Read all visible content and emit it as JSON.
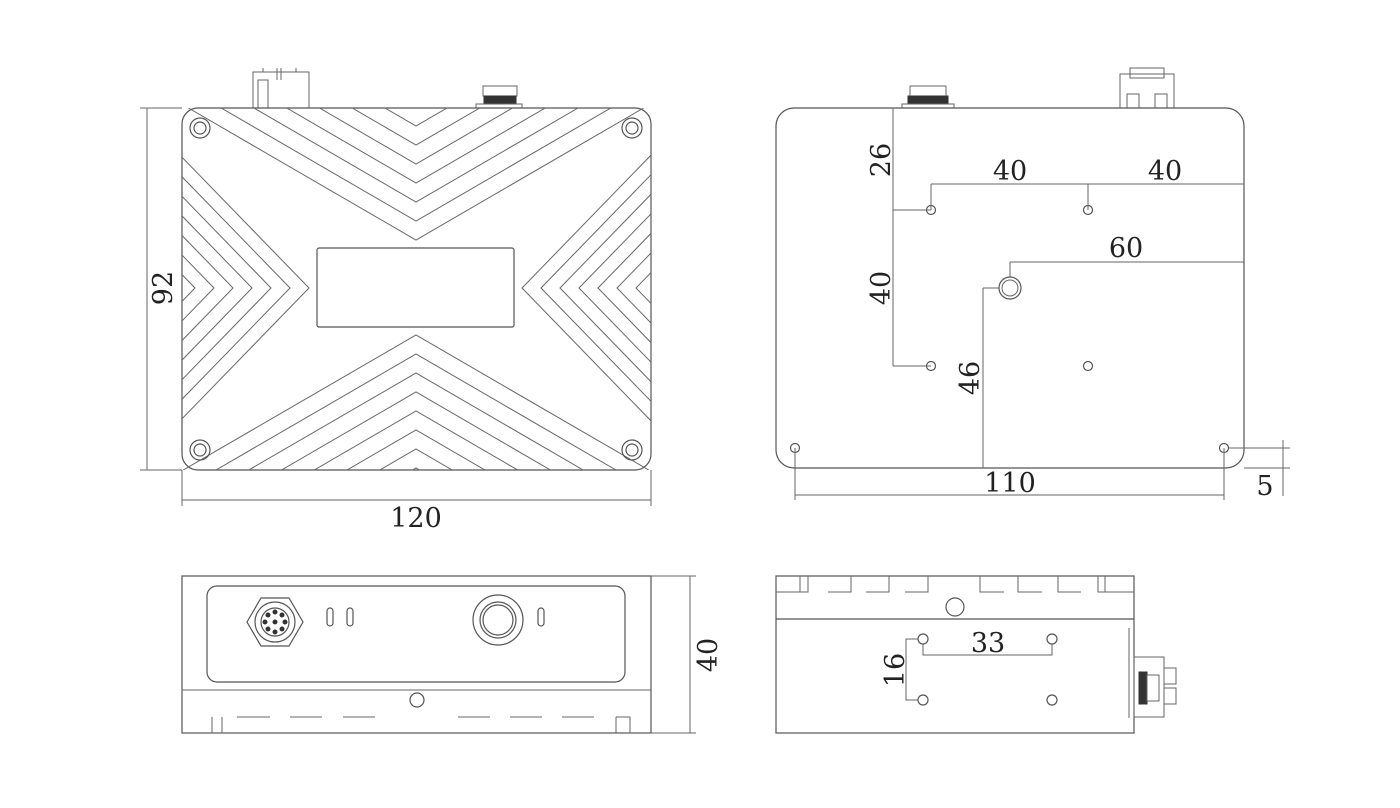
{
  "title": "Enclosure dimension drawing",
  "colors": {
    "line": "#555555",
    "text": "#222222",
    "background": "#ffffff"
  },
  "views": {
    "top": {
      "width_label": "120",
      "height_label": "92"
    },
    "rear": {
      "dim_top_offset": "26",
      "dim_hole_spacing_x1": "40",
      "dim_hole_spacing_x2": "40",
      "dim_hole_spacing_y": "40",
      "dim_center_hole_x": "60",
      "dim_center_hole_y": "46",
      "dim_corner_hole_spacing": "110",
      "dim_edge_offset": "5"
    },
    "front": {
      "height_label": "40"
    },
    "side": {
      "hole_spacing_x": "33",
      "hole_spacing_y": "16"
    }
  }
}
